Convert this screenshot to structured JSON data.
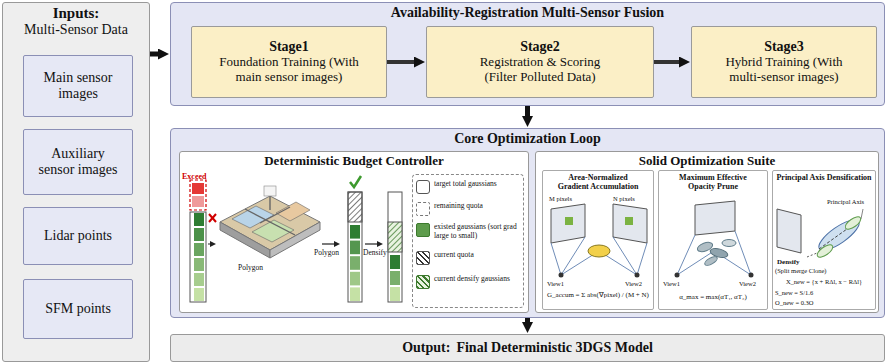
{
  "diagram": {
    "nodes": [
      {
        "text": [
          "Inputs:",
          "Multi-Sensor Data"
        ]
      },
      {
        "text": [
          "Main sensor images"
        ],
        "in": 0
      },
      {
        "text": [
          "Auxiliary sensor images"
        ],
        "in": 0
      },
      {
        "text": [
          "Lidar points"
        ],
        "in": 0
      },
      {
        "text": [
          "SFM points"
        ],
        "in": 0
      },
      {
        "text": [
          "Availability-Registration Multi-Sensor Fusion"
        ]
      },
      {
        "text": [
          "Stage1",
          "Foundation Training (With main sensor images)"
        ],
        "in": 5
      },
      {
        "text": [
          "Stage2",
          "Registration & Scoring (Filter Polluted Data)"
        ],
        "in": 5
      },
      {
        "text": [
          "Stage3",
          "Hybrid Training (With multi-sensor images)"
        ],
        "in": 5
      },
      {
        "text": [
          "Core Optimization Loop"
        ]
      },
      {
        "text": [
          "Deterministic Budget Controller"
        ],
        "in": 9
      },
      {
        "text": [
          "Solid Optimization Suite"
        ],
        "in": 9
      },
      {
        "text": [
          "Area-Normalized Gradient Accumulation"
        ],
        "in": 11
      },
      {
        "text": [
          "Maximum Effective Opacity Prune"
        ],
        "in": 11
      },
      {
        "text": [
          "Principal Axis Densification"
        ],
        "in": 11
      },
      {
        "text": [
          "Output:",
          "Final Deterministic 3DGS Model"
        ]
      }
    ],
    "edges": [
      {
        "from": 0,
        "to": 5,
        "arrow": "to"
      },
      {
        "from": 6,
        "to": 7,
        "arrow": "to"
      },
      {
        "from": 7,
        "to": 8,
        "arrow": "to"
      },
      {
        "from": 5,
        "to": 9,
        "arrow": "to"
      },
      {
        "from": 9,
        "to": 15,
        "arrow": "to"
      }
    ],
    "labels": [
      "Exceed",
      "Polygon",
      "Polygon",
      "Densify",
      "M pixels",
      "N pixels",
      "View1",
      "View2",
      "G_accum = Σ abs(∇pixel) / (M + N)",
      "View1",
      "View2",
      "α_max = max(αT₁, αT₂)",
      "Principal Axis",
      "Densify",
      "(Split merge Clone)",
      "X_new = {x + RΔl, x − RΔl}",
      "S_new = S/1.6",
      "O_new = 0.3O"
    ],
    "legend": [
      {
        "text": "target total gaussians"
      },
      {
        "text": "remaining quota"
      },
      {
        "text": "existed gaussians (sort grad large to small)",
        "color": "#5e9c4c"
      },
      {
        "text": "current quota"
      },
      {
        "text": "current densify gaussians"
      }
    ]
  }
}
